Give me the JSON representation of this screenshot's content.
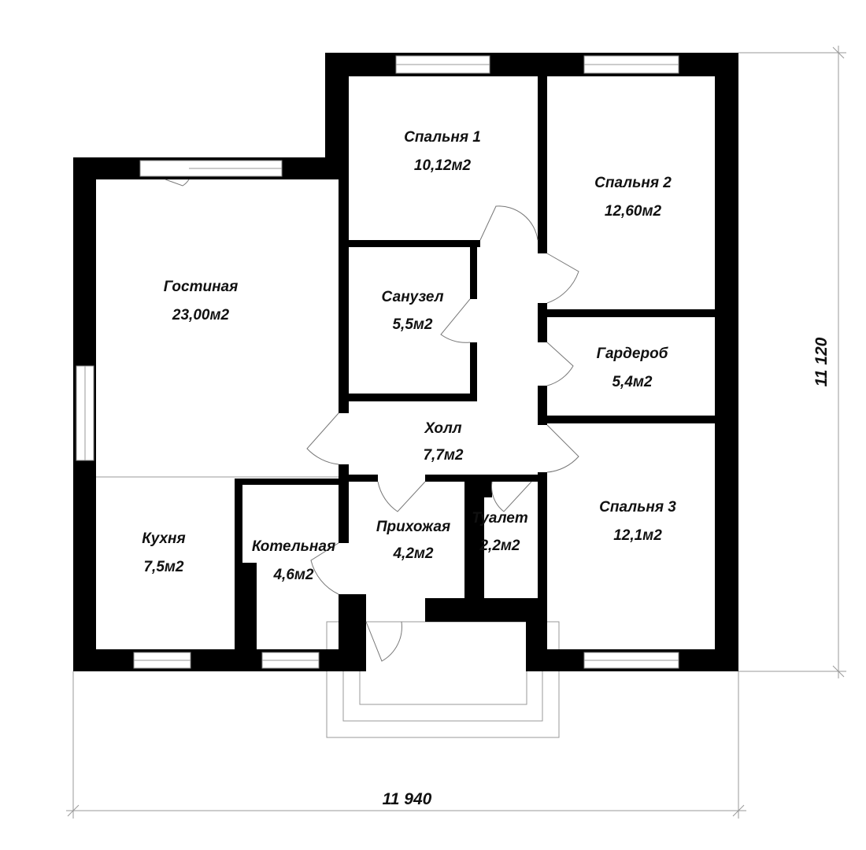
{
  "rooms": [
    {
      "id": "bedroom1",
      "name": "Спальня 1",
      "area": "10,12м2"
    },
    {
      "id": "bedroom2",
      "name": "Спальня 2",
      "area": "12,60м2"
    },
    {
      "id": "living",
      "name": "Гостиная",
      "area": "23,00м2"
    },
    {
      "id": "bathroom",
      "name": "Санузел",
      "area": "5,5м2"
    },
    {
      "id": "wardrobe",
      "name": "Гардероб",
      "area": "5,4м2"
    },
    {
      "id": "hall",
      "name": "Холл",
      "area": "7,7м2"
    },
    {
      "id": "kitchen",
      "name": "Кухня",
      "area": "7,5м2"
    },
    {
      "id": "boiler",
      "name": "Котельная",
      "area": "4,6м2"
    },
    {
      "id": "entry",
      "name": "Прихожая",
      "area": "4,2м2"
    },
    {
      "id": "toilet",
      "name": "Туалет",
      "area": "2,2м2"
    },
    {
      "id": "bedroom3",
      "name": "Спальня 3",
      "area": "12,1м2"
    }
  ],
  "dimensions": {
    "height": "11 120",
    "width": "11 940"
  }
}
